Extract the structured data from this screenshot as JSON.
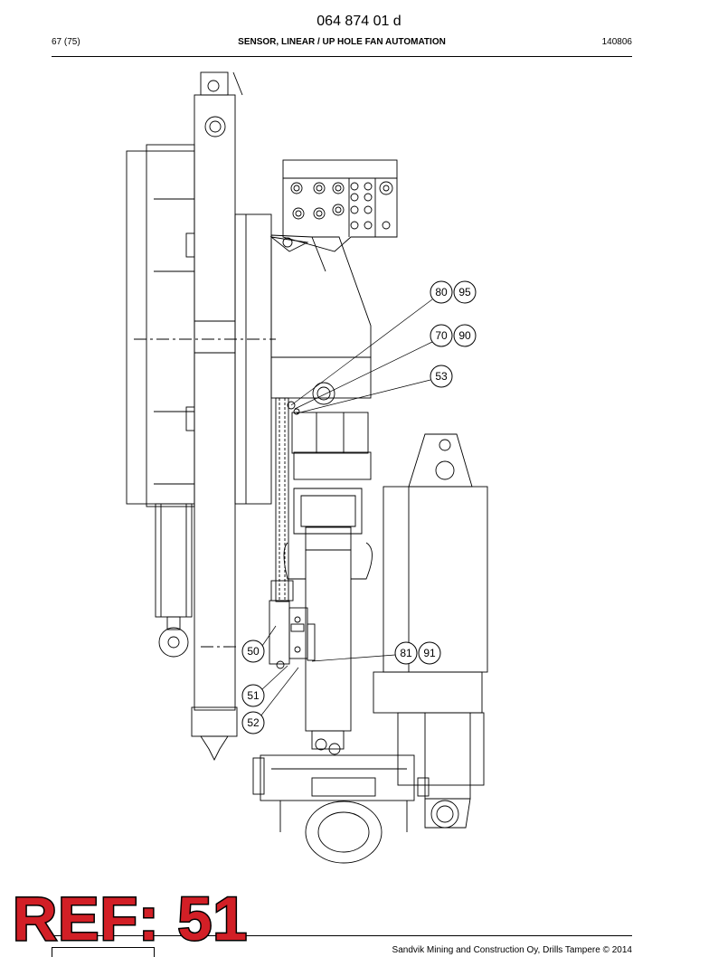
{
  "header": {
    "doc_number": "064 874 01 d",
    "page": "67 (75)",
    "title": "SENSOR, LINEAR / UP HOLE FAN AUTOMATION",
    "date_code": "140806"
  },
  "callouts": [
    {
      "id": "c80",
      "label": "80"
    },
    {
      "id": "c95",
      "label": "95"
    },
    {
      "id": "c70",
      "label": "70"
    },
    {
      "id": "c90",
      "label": "90"
    },
    {
      "id": "c53",
      "label": "53"
    },
    {
      "id": "c50",
      "label": "50"
    },
    {
      "id": "c81",
      "label": "81"
    },
    {
      "id": "c91",
      "label": "91"
    },
    {
      "id": "c51",
      "label": "51"
    },
    {
      "id": "c52",
      "label": "52"
    }
  ],
  "stamp": {
    "text": "REF: 51"
  },
  "footer": {
    "copyright": "Sandvik Mining and Construction Oy, Drills Tampere © 2014"
  }
}
